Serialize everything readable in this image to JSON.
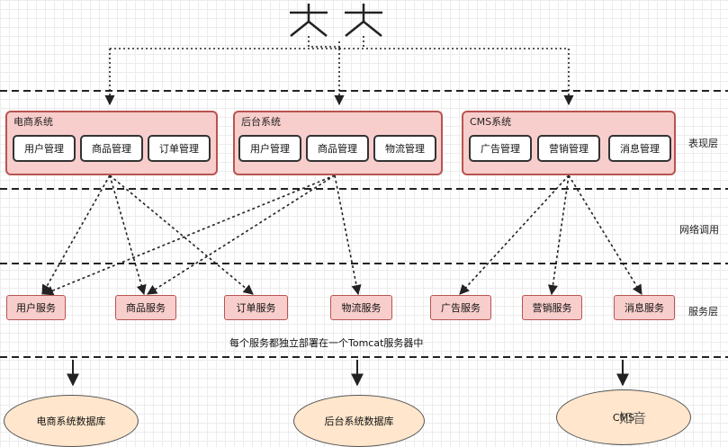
{
  "systems": [
    {
      "title": "电商系统",
      "modules": [
        "用户管理",
        "商品管理",
        "订单管理"
      ]
    },
    {
      "title": "后台系统",
      "modules": [
        "用户管理",
        "商品管理",
        "物流管理"
      ]
    },
    {
      "title": "CMS系统",
      "modules": [
        "广告管理",
        "营销管理",
        "消息管理"
      ]
    }
  ],
  "layers": {
    "presentation": "表现层",
    "network": "网络调用",
    "service": "服务层"
  },
  "services": [
    "用户服务",
    "商品服务",
    "订单服务",
    "物流服务",
    "广告服务",
    "营销服务",
    "消息服务"
  ],
  "note": "每个服务都独立部署在一个Tomcat服务器中",
  "databases": [
    "电商系统数据库",
    "后台系统数据库",
    "CMS"
  ],
  "watermark": "知音"
}
